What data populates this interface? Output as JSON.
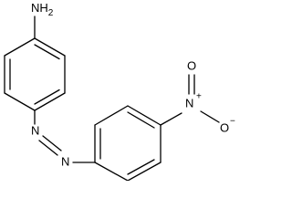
{
  "molecule": {
    "labels": {
      "amine": "NH2",
      "amine_subscript": "2",
      "azo_n1": "N",
      "azo_n2": "N",
      "nitro_n": "N",
      "nitro_n_charge": "+",
      "nitro_o_double": "O",
      "nitro_o_single": "O",
      "nitro_o_charge": "−"
    },
    "colors": {
      "bond": "#000000",
      "text": "#000000",
      "background": "#ffffff"
    }
  }
}
